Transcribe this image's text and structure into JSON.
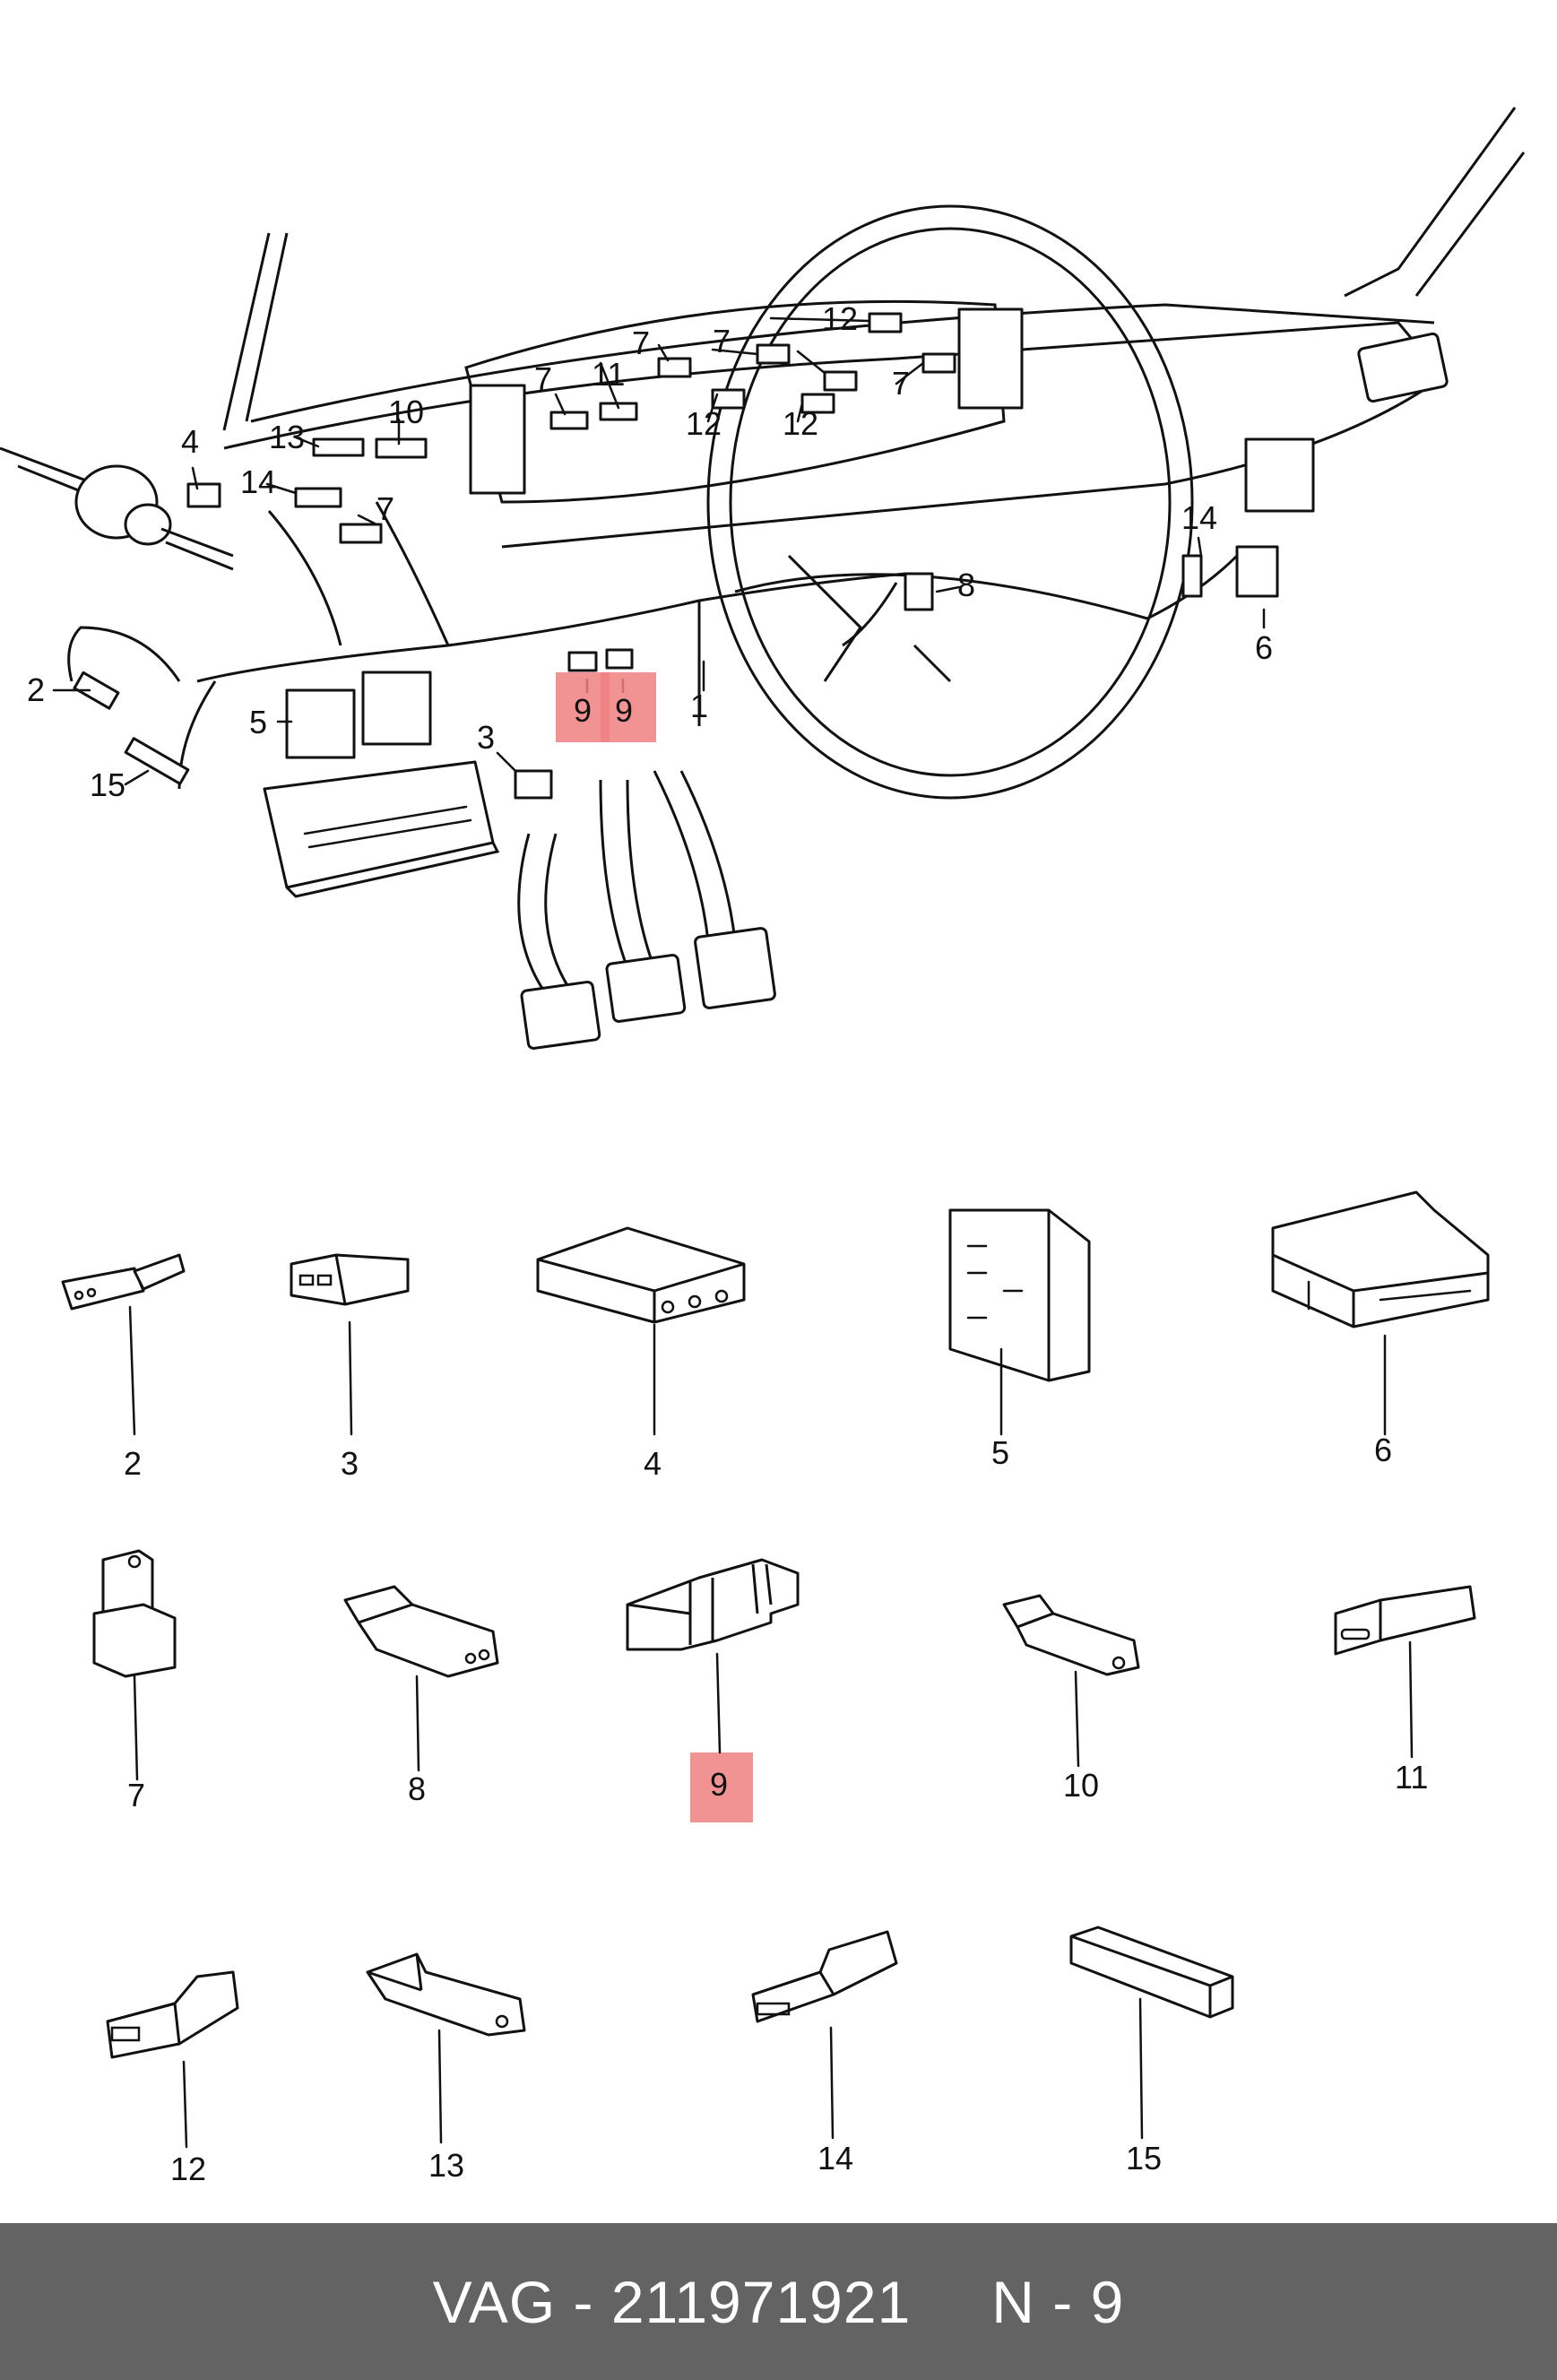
{
  "diagram": {
    "highlight_color": "#f08080",
    "overview_callouts": {
      "c1": "1",
      "c2": "2",
      "c3": "3",
      "c4": "4",
      "c5": "5",
      "c6": "6",
      "c7a": "7",
      "c7b": "7",
      "c7c": "7",
      "c7d": "7",
      "c7e": "7",
      "c8": "8",
      "c9a": "9",
      "c9b": "9",
      "c10": "10",
      "c11": "11",
      "c12a": "12",
      "c12b": "12",
      "c12c": "12",
      "c13": "13",
      "c14a": "14",
      "c14b": "14",
      "c15": "15"
    },
    "parts": {
      "p2": "2",
      "p3": "3",
      "p4": "4",
      "p5": "5",
      "p6": "6",
      "p7": "7",
      "p8": "8",
      "p9": "9",
      "p10": "10",
      "p11": "11",
      "p12": "12",
      "p13": "13",
      "p14": "14",
      "p15": "15"
    }
  },
  "footer": {
    "brand": "VAG",
    "separator": "-",
    "part_number": "211971921",
    "position": "N - 9",
    "background": "#636363"
  }
}
